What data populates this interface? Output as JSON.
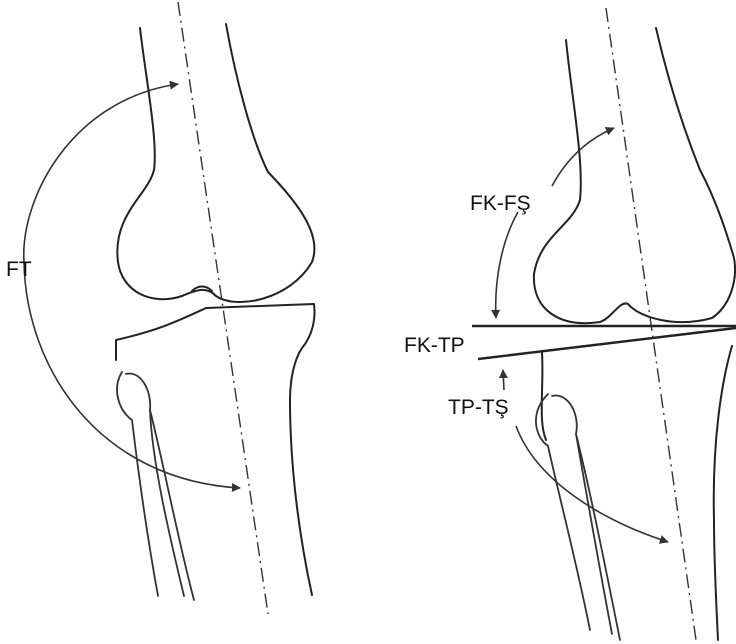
{
  "labels": {
    "ft": "FT",
    "fk_fs": "FK-FŞ",
    "fk_tp": "FK-TP",
    "tp_ts": "TP-TŞ"
  }
}
